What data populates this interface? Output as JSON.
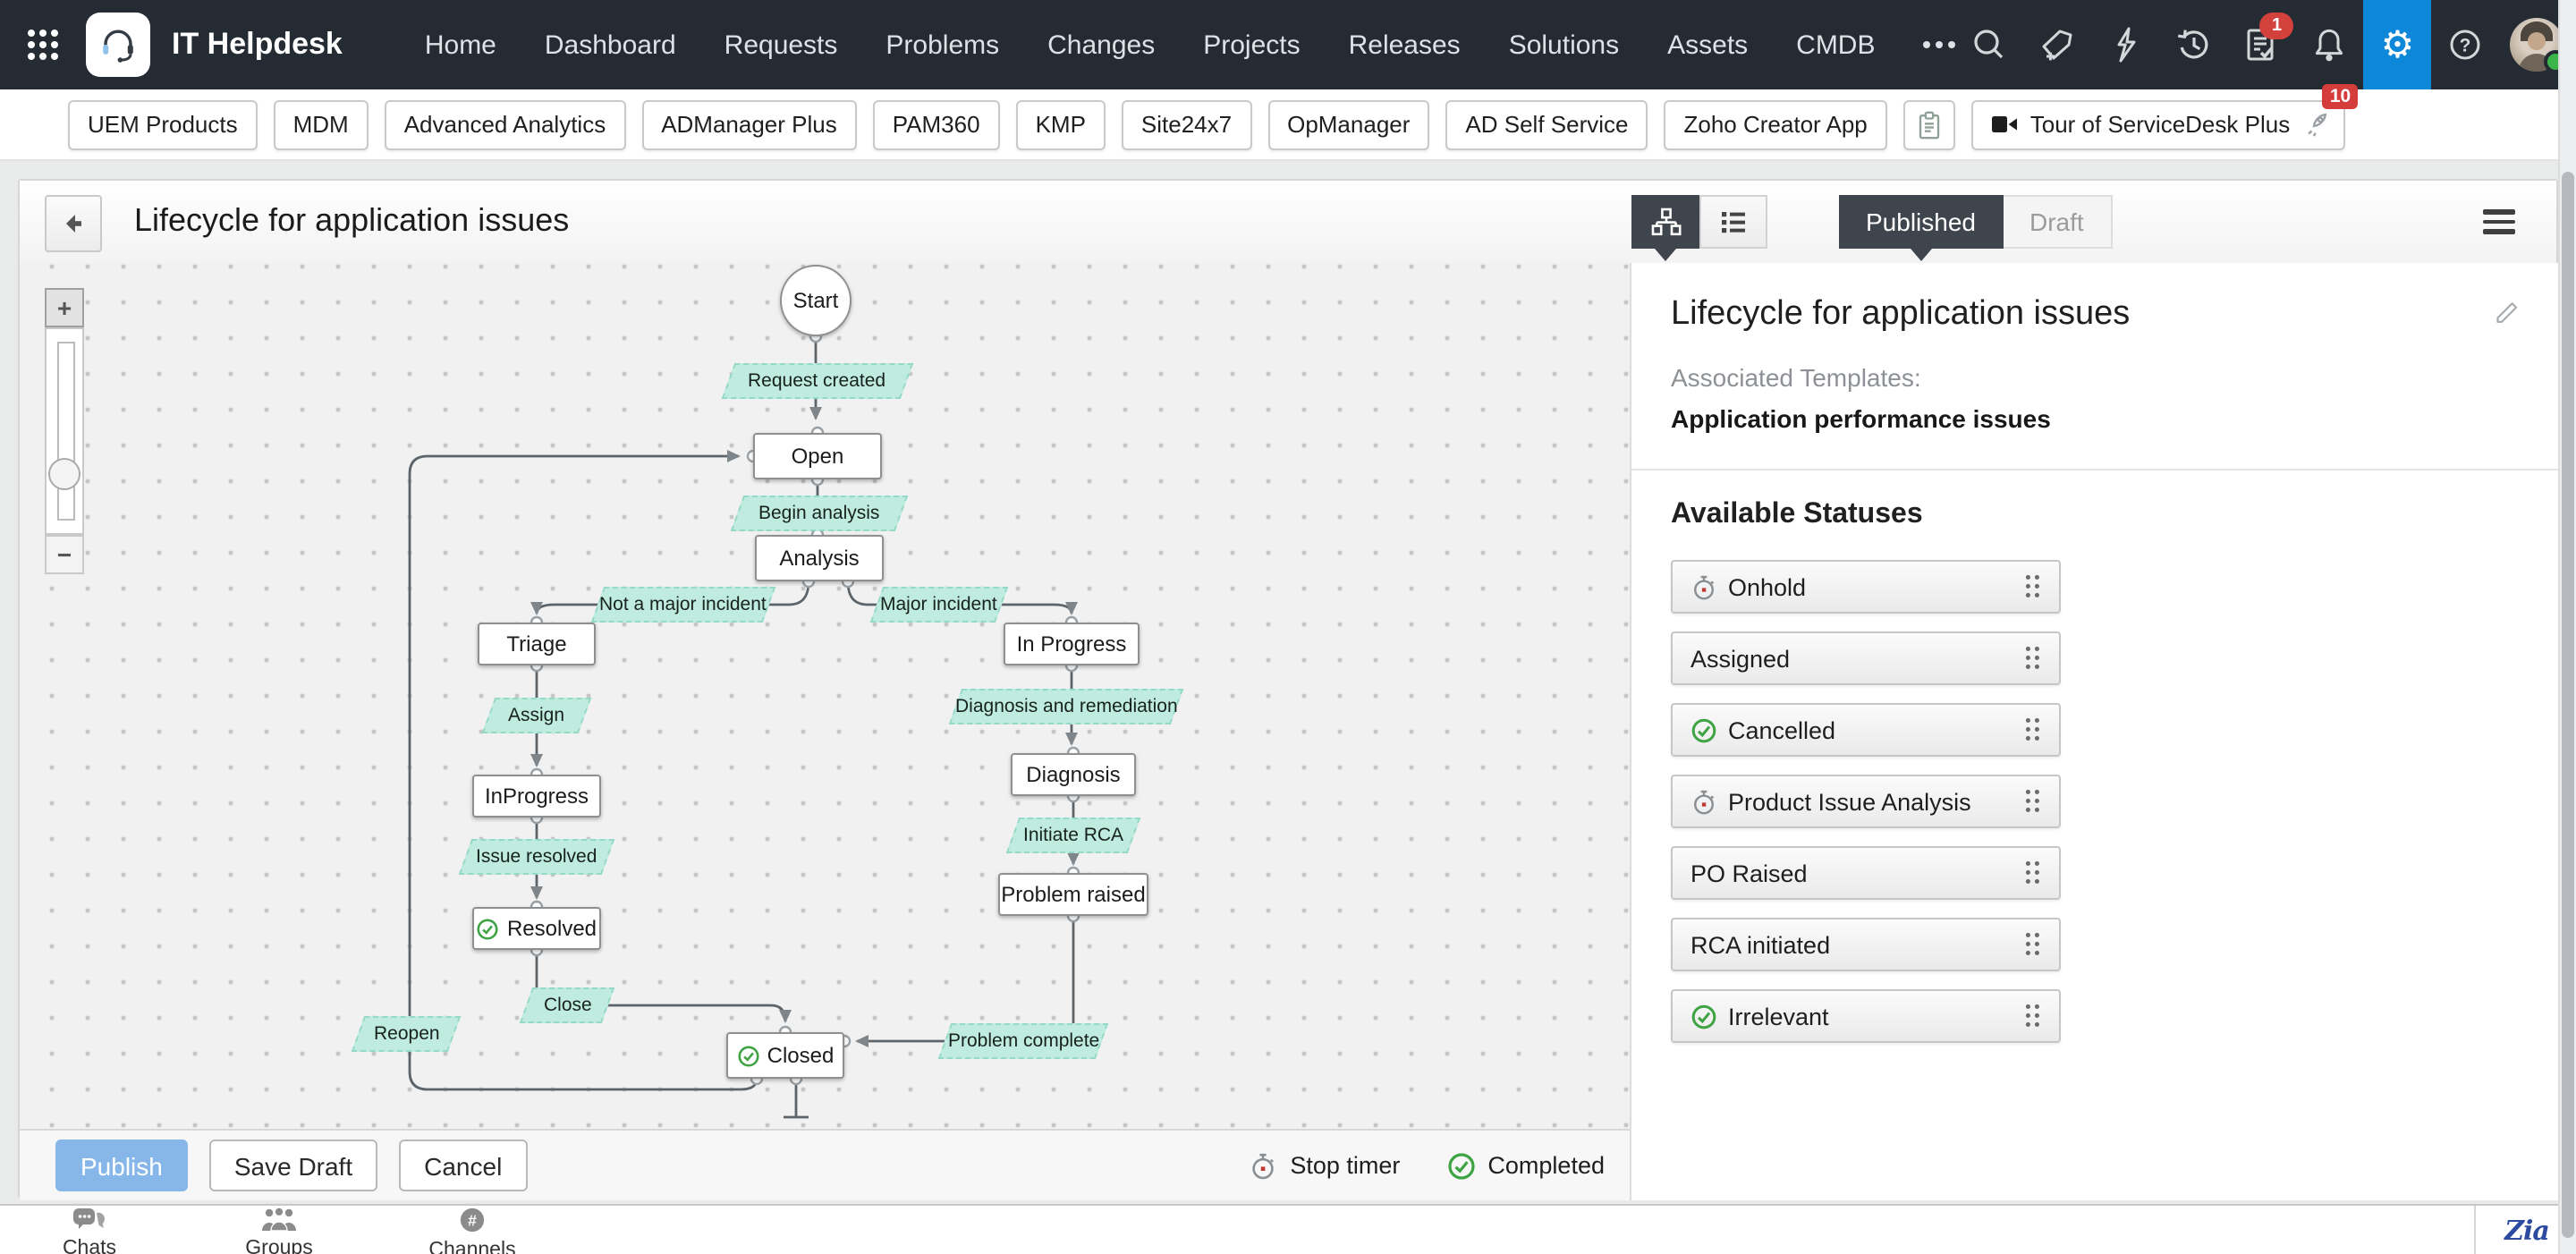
{
  "navbar": {
    "brand": "IT Helpdesk",
    "menu": [
      "Home",
      "Dashboard",
      "Requests",
      "Problems",
      "Changes",
      "Projects",
      "Releases",
      "Solutions",
      "Assets",
      "CMDB"
    ],
    "tasks_badge": "1",
    "icons": [
      "apps-grid",
      "headset-logo",
      "search",
      "add-new",
      "quick-actions",
      "recent-history",
      "my-approvals",
      "notifications",
      "settings",
      "help",
      "profile"
    ]
  },
  "quickbar": {
    "links": [
      "UEM Products",
      "MDM",
      "Advanced Analytics",
      "ADManager Plus",
      "PAM360",
      "KMP",
      "Site24x7",
      "OpManager",
      "AD Self Service",
      "Zoho Creator App"
    ],
    "tour": {
      "label": "Tour of ServiceDesk Plus",
      "badge": "10"
    }
  },
  "header": {
    "title": "Lifecycle for application issues",
    "tabs": {
      "published": "Published",
      "draft": "Draft"
    }
  },
  "canvas": {
    "zoom_in": "+",
    "zoom_out": "−"
  },
  "flow": {
    "nodes": {
      "start": "Start",
      "open": "Open",
      "analysis": "Analysis",
      "triage": "Triage",
      "inprogress": "InProgress",
      "resolved": "Resolved",
      "closed": "Closed",
      "in_progress": "In Progress",
      "diagnosis": "Diagnosis",
      "problem_raised": "Problem raised"
    },
    "transitions": {
      "request_created": "Request created",
      "begin_analysis": "Begin analysis",
      "not_major": "Not a major incident",
      "major": "Major incident",
      "assign": "Assign",
      "issue_resolved": "Issue resolved",
      "close": "Close",
      "reopen": "Reopen",
      "diagnosis_remediation": "Diagnosis and remediation",
      "initiate_rca": "Initiate RCA",
      "problem_complete": "Problem complete"
    }
  },
  "panel": {
    "title": "Lifecycle for application issues",
    "associated_label": "Associated Templates:",
    "associated_value": "Application performance issues",
    "statuses_heading": "Available Statuses",
    "statuses": [
      {
        "label": "Onhold",
        "icon": "stopwatch"
      },
      {
        "label": "Assigned",
        "icon": "none"
      },
      {
        "label": "Cancelled",
        "icon": "check"
      },
      {
        "label": "Product Issue Analysis",
        "icon": "stopwatch"
      },
      {
        "label": "PO Raised",
        "icon": "none"
      },
      {
        "label": "RCA initiated",
        "icon": "none"
      },
      {
        "label": "Irrelevant",
        "icon": "check"
      }
    ]
  },
  "footer": {
    "publish": "Publish",
    "save_draft": "Save Draft",
    "cancel": "Cancel",
    "legend": {
      "stop_timer": "Stop timer",
      "completed": "Completed"
    }
  },
  "taskbar": {
    "items": [
      "Chats",
      "Groups",
      "Channels"
    ],
    "zia": "Zia"
  },
  "colors": {
    "navbar": "#242b33",
    "accent_blue": "#0d87d8",
    "mint": "#c0ebdf",
    "publish_blue": "#86b7e8",
    "badge_red": "#d53c3c",
    "green": "#3fa344"
  }
}
